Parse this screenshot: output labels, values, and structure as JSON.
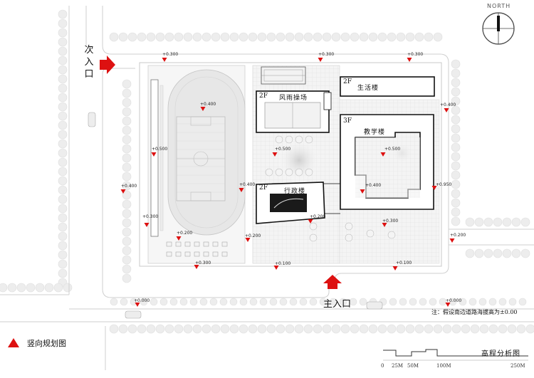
{
  "compass": {
    "label": "NORTH"
  },
  "entrances": {
    "secondary": "次入口",
    "main": "主入口"
  },
  "buildings": [
    {
      "id": "rain-court",
      "floors": "2F",
      "name": "风雨操场"
    },
    {
      "id": "dormitory",
      "floors": "2F",
      "name": "生活楼"
    },
    {
      "id": "teaching",
      "floors": "3F",
      "name": "教学楼"
    },
    {
      "id": "admin",
      "floors": "2F",
      "name": "行政楼"
    }
  ],
  "elevations": [
    "+0.300",
    "+0.300",
    "+0.300",
    "+0.400",
    "+0.400",
    "+0.400",
    "+0.400",
    "+0.400",
    "+0.500",
    "+0.500",
    "+0.500",
    "+0.950",
    "+0.200",
    "+0.200",
    "+0.200",
    "+0.200",
    "+0.300",
    "+0.300",
    "+0.300",
    "+0.100",
    "+0.100",
    "+0.000",
    "+0.000"
  ],
  "note": "注：假设南边道路海拔高为±0.00",
  "legend": {
    "label": "竖向规划图",
    "color": "#dd1111"
  },
  "title": "高程分析图",
  "scale_bar": {
    "ticks": [
      "0",
      "25M",
      "50M",
      "100M",
      "250M"
    ]
  },
  "colors": {
    "marker": "#dd1111",
    "road_line": "#cfcfcf",
    "building_stroke": "#111111"
  }
}
